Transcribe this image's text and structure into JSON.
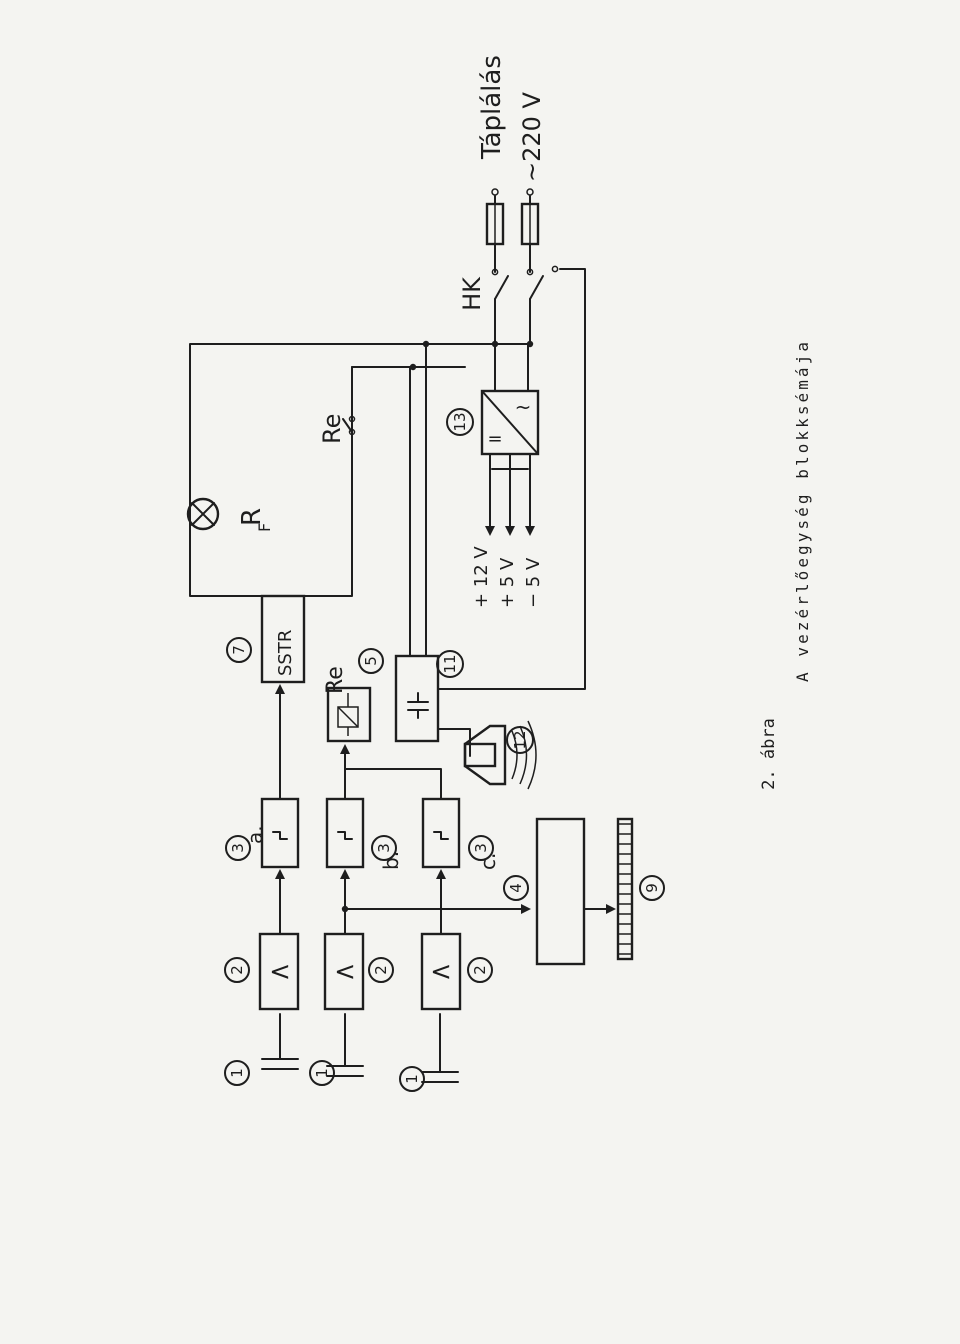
{
  "caption": {
    "figure": "2. ábra",
    "title": "A vezérlőegység blokksémája"
  },
  "labels": {
    "supply": "Táplálás",
    "supply_voltage": "~220 V",
    "main_switch": "HK",
    "relay_top": "Re",
    "relay_block": "Re",
    "lamp": "R",
    "lamp_sub": "F",
    "sstr": "SSTR",
    "v_plus12": "+ 12 V",
    "v_plus5": "+ 5 V",
    "v_minus5": "− 5 V",
    "conv_dc": "=",
    "conv_ac": "~",
    "comp_sym": "<",
    "trig_sym": "ʃ",
    "suffix_a": "a.",
    "suffix_b": "b.",
    "suffix_c": "c."
  },
  "callouts": {
    "n1": "1",
    "n2": "2",
    "n3": "3",
    "n4": "4",
    "n5": "5",
    "n7": "7",
    "n9": "9",
    "n11": "11",
    "n12": "12",
    "n13": "13"
  }
}
